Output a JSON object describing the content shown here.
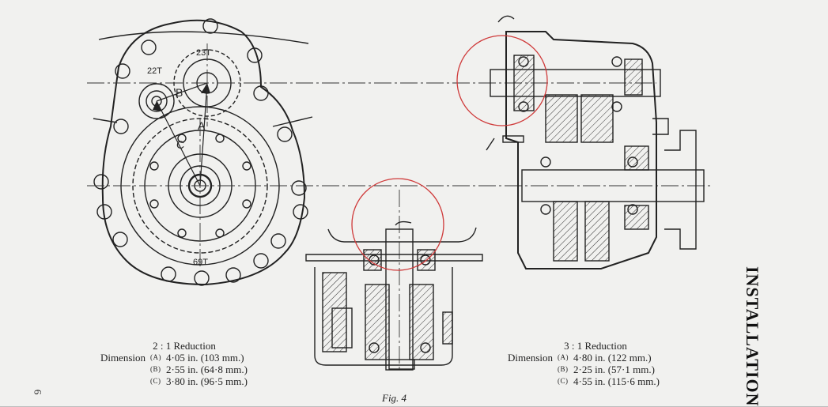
{
  "gear_labels": {
    "top": "23T",
    "left": "22T",
    "bottom": "69T"
  },
  "dimension_labels": {
    "a": "A",
    "b": "B",
    "c": "C"
  },
  "caption_2to1": {
    "heading": "2 : 1 Reduction",
    "lead": "Dimension",
    "rows": [
      {
        "tag": "(A)",
        "value": "4·05 in. (103 mm.)"
      },
      {
        "tag": "(B)",
        "value": "2·55 in. (64·8 mm.)"
      },
      {
        "tag": "(C)",
        "value": "3·80 in. (96·5 mm.)"
      }
    ]
  },
  "caption_3to1": {
    "heading": "3 : 1 Reduction",
    "lead": "Dimension",
    "rows": [
      {
        "tag": "(A)",
        "value": "4·80 in. (122 mm.)"
      },
      {
        "tag": "(B)",
        "value": "2·25 in. (57·1 mm.)"
      },
      {
        "tag": "(C)",
        "value": "4·55 in. (115·6 mm.)"
      }
    ]
  },
  "figure_label": "Fig. 4",
  "section_title": "INSTALLATION",
  "page_number": "6",
  "colors": {
    "ink": "#1c1c1c",
    "paper": "#f1f1ef",
    "highlight_circle": "#cf3a3a"
  }
}
